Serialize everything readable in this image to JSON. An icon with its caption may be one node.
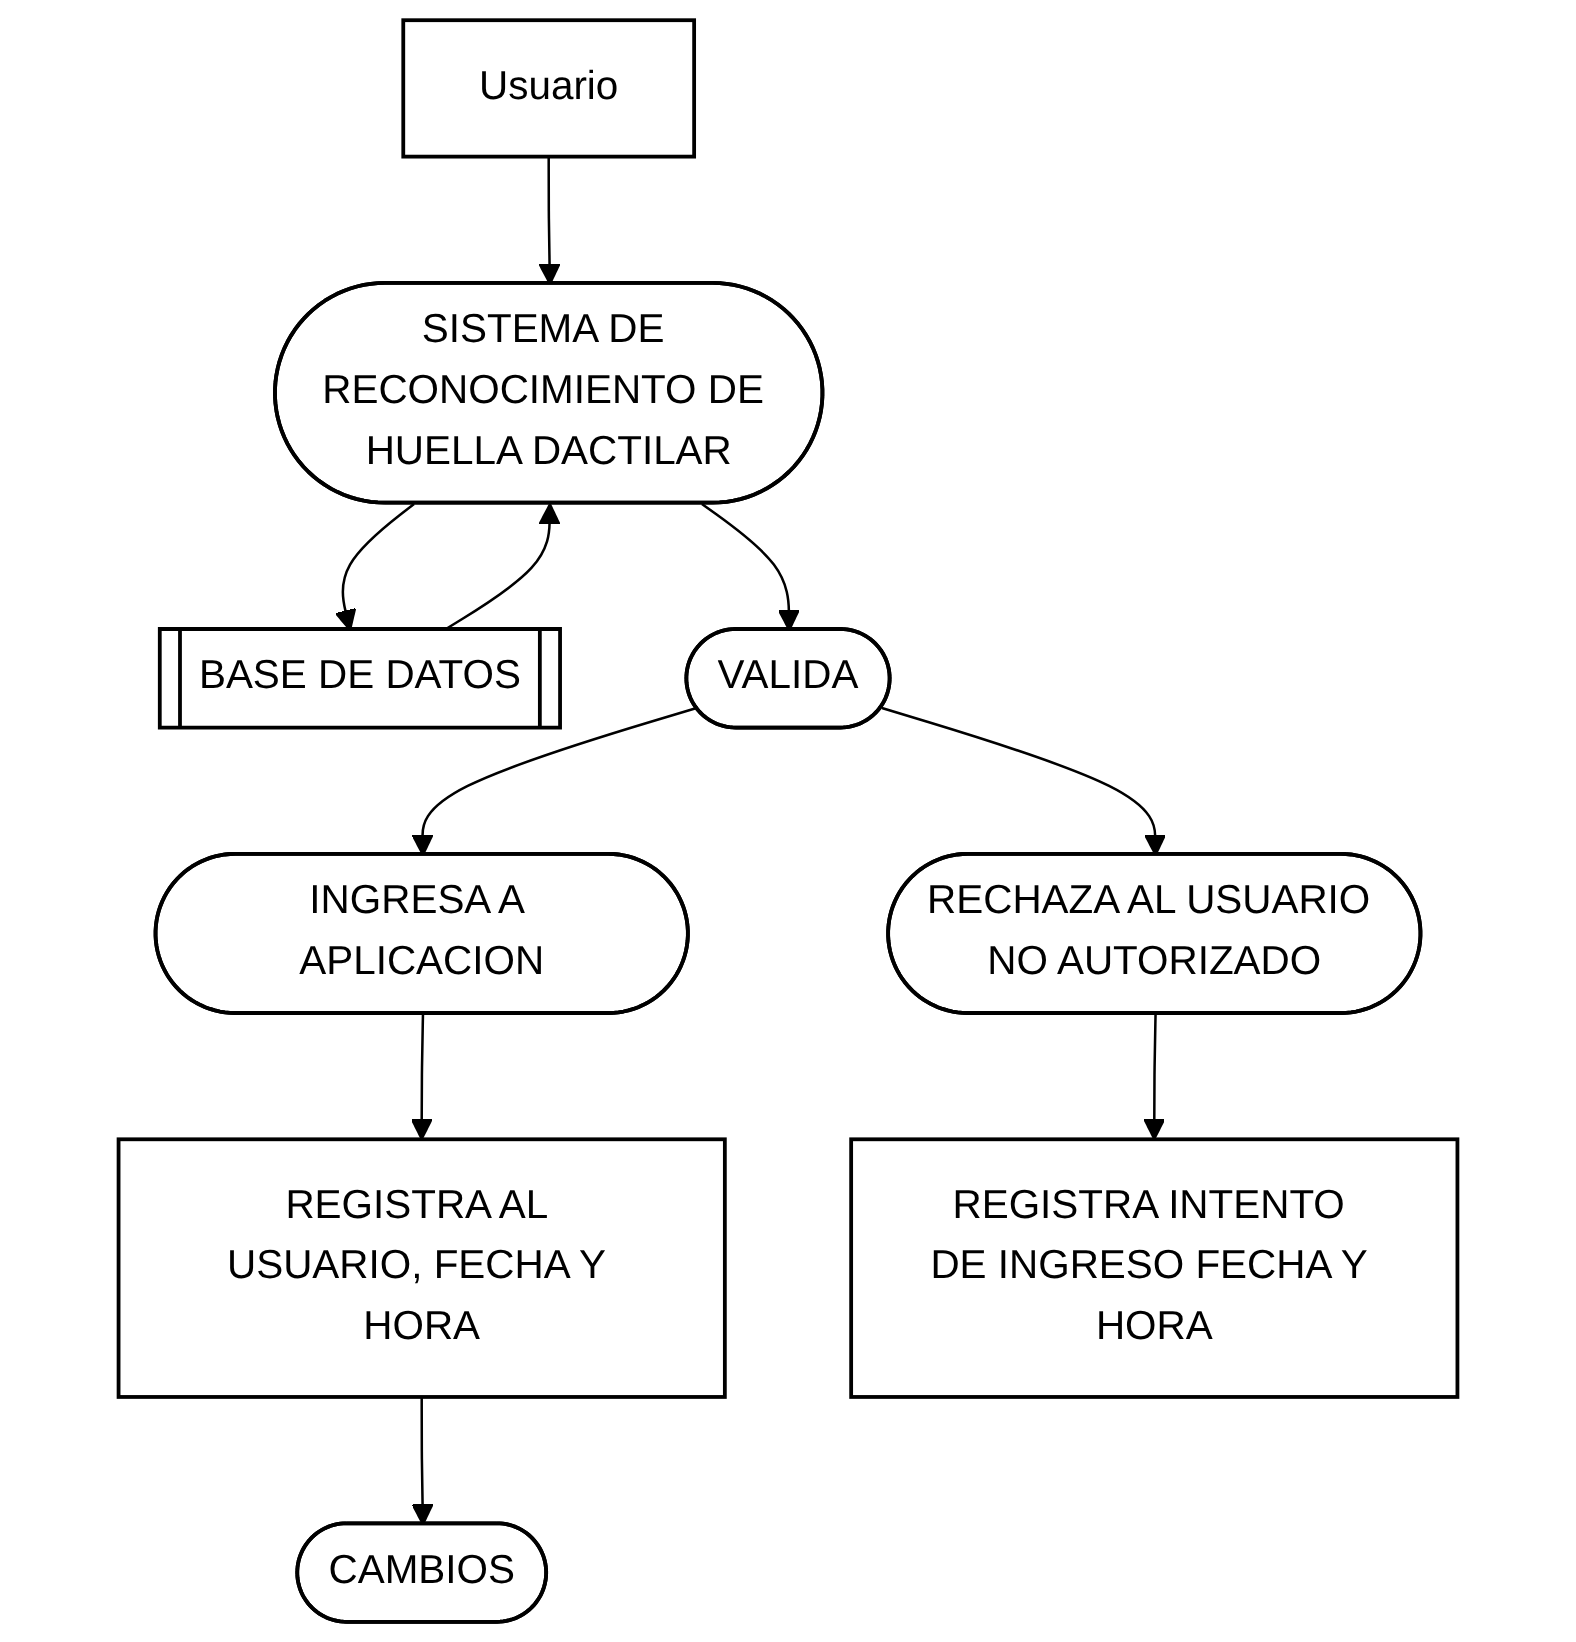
{
  "diagram": {
    "nodes": [
      {
        "text": [
          "Usuario"
        ]
      },
      {
        "text": [
          "SISTEMA DE RECONOCIMIENTO DE HUELLA DACTILAR"
        ]
      },
      {
        "text": [
          "BASE DE DATOS"
        ]
      },
      {
        "text": [
          "VALIDA"
        ]
      },
      {
        "text": [
          "REGISTRA AL USUARIO, FECHA Y HORA"
        ]
      },
      {
        "text": [
          "INGRESA A APLICACION"
        ]
      },
      {
        "text": [
          "RECHAZA AL USUARIO NO AUTORIZADO"
        ]
      },
      {
        "text": [
          "CAMBIOS"
        ]
      },
      {
        "text": [
          "REGISTRA INTENTO DE INGRESO FECHA Y HORA"
        ]
      }
    ],
    "edges": [
      {
        "from": 0,
        "to": 1,
        "arrow": "to"
      },
      {
        "from": 1,
        "to": 2,
        "arrow": "to"
      },
      {
        "from": 2,
        "to": 1,
        "arrow": "to"
      },
      {
        "from": 1,
        "to": 3,
        "arrow": "to"
      },
      {
        "from": 3,
        "to": 5,
        "arrow": "to"
      },
      {
        "from": 3,
        "to": 6,
        "arrow": "to"
      },
      {
        "from": 5,
        "to": 4,
        "arrow": "to"
      },
      {
        "from": 4,
        "to": 7,
        "arrow": "to"
      },
      {
        "from": 6,
        "to": 8,
        "arrow": "to"
      }
    ]
  }
}
